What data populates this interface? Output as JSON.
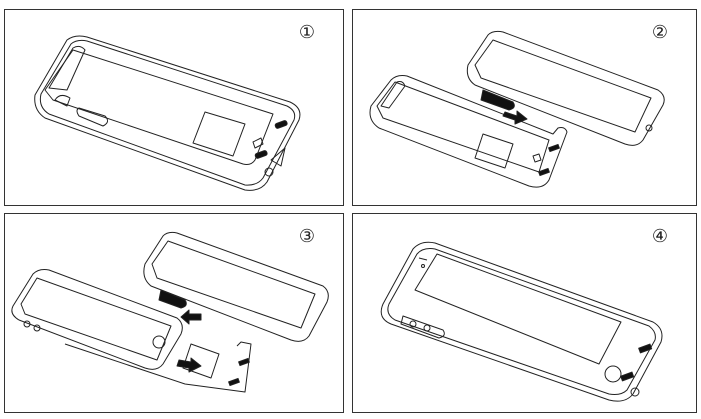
{
  "panels": [
    {
      "step": "①",
      "caption_step": 1
    },
    {
      "step": "②",
      "caption_step": 2
    },
    {
      "step": "③",
      "caption_step": 3
    },
    {
      "step": "④",
      "caption_step": 4
    }
  ]
}
